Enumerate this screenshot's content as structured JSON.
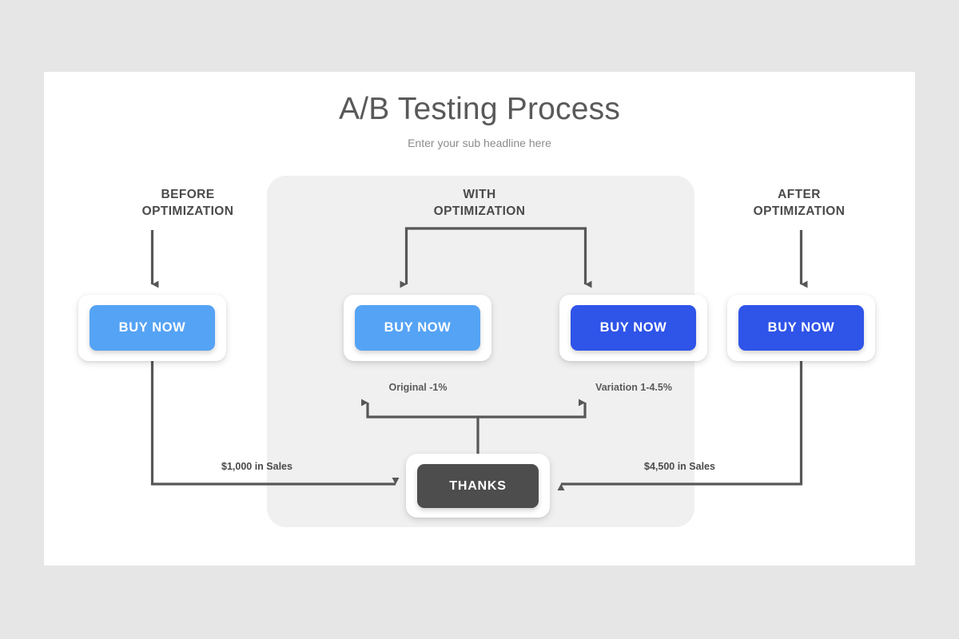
{
  "slide": {
    "title": "A/B Testing Process",
    "subtitle": "Enter your sub headline here"
  },
  "columns": {
    "before": "BEFORE\nOPTIMIZATION",
    "with": "WITH\nOPTIMIZATION",
    "after": "AFTER\nOPTIMIZATION"
  },
  "buttons": {
    "before": {
      "label": "BUY NOW",
      "color": "#55a3f5"
    },
    "original": {
      "label": "BUY NOW",
      "color": "#55a3f5"
    },
    "variation": {
      "label": "BUY NOW",
      "color": "#2f54e8"
    },
    "after": {
      "label": "BUY NOW",
      "color": "#2f54e8"
    },
    "thanks": {
      "label": "THANKS",
      "color": "#4d4d4d"
    }
  },
  "variants": {
    "original": "Original -1%",
    "variation": "Variation 1-4.5%"
  },
  "sales": {
    "left": "$1,000 in Sales",
    "right": "$4,500 in Sales"
  },
  "colors": {
    "page_background": "#e6e6e6",
    "slide_background": "#ffffff",
    "panel_background": "#f0f0f0",
    "arrow": "#575757",
    "title_text": "#595959",
    "subtitle_text": "#8c8c8c",
    "heading_text": "#4a4a4a"
  },
  "icons": {
    "arrow_down": "arrow-down-icon",
    "arrow_split": "arrow-split-down-icon",
    "arrow_merge": "arrow-merge-up-icon",
    "arrow_right": "arrow-right-icon",
    "arrow_left": "arrow-left-icon"
  }
}
